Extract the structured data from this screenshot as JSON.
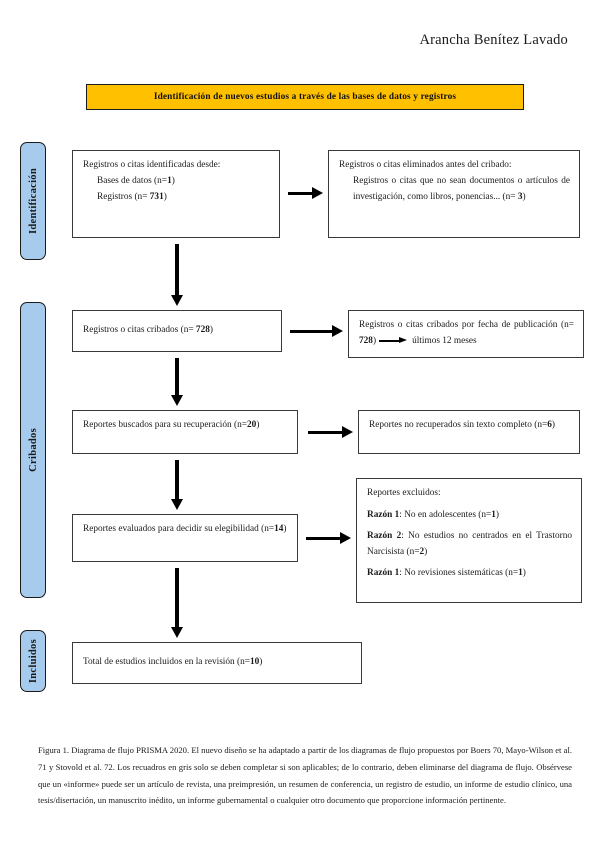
{
  "header": {
    "author": "Arancha Benítez Lavado"
  },
  "banner": {
    "title": "Identificación de nuevos estudios a través de las bases de datos y registros",
    "fill_color": "#FFC000",
    "border_color": "#1b1b1b"
  },
  "side_labels": [
    {
      "name": "identification",
      "text": "Identificación",
      "fill_color": "#A7CBEC"
    },
    {
      "name": "screening",
      "text": "Cribados",
      "fill_color": "#A7CBEC"
    },
    {
      "name": "included",
      "text": "Incluidos",
      "fill_color": "#A7CBEC"
    }
  ],
  "boxes": {
    "identified": {
      "line1": "Registros o citas identificadas desde:",
      "line2_label": "Bases de datos (n=",
      "line2_value": "1",
      "line2_close": ")",
      "line3_label": "Registros (n= ",
      "line3_value": "731",
      "line3_close": ")"
    },
    "removed": {
      "line1": "Registros o citas eliminados antes del cribado:",
      "line2": "Registros o citas que no sean documentos o artículos de investigación, como libros, ponencias... (n= ",
      "line2_value": "3",
      "line2_close": ")"
    },
    "screened": {
      "text": "Registros o citas cribados (n= ",
      "value": "728",
      "close": ")"
    },
    "screened_by_date": {
      "text": "Registros o citas cribados por fecha de publicación (n= ",
      "value": "728",
      "close": ")",
      "after_arrow": "últimos 12 meses"
    },
    "sought": {
      "text": "Reportes buscados para su recuperación (n=",
      "value": "20",
      "close": ")"
    },
    "not_retrieved": {
      "text": "Reportes no recuperados sin texto completo (n=",
      "value": "6",
      "close": ")"
    },
    "assessed": {
      "text": "Reportes evaluados para decidir su elegibilidad  (n=",
      "value": "14",
      "close": ")"
    },
    "excluded": {
      "lead": "Reportes excluidos:",
      "reasons": [
        {
          "label": "Razón 1",
          "text": ": No en adolescentes (n=",
          "value": "1",
          "close": ")"
        },
        {
          "label": "Razón 2",
          "text": ": No estudios no centrados en el Trastorno Narcisista (n=",
          "value": "2",
          "close": ")"
        },
        {
          "label": "Razón 1",
          "text": ": No revisiones sistemáticas (n=",
          "value": "1",
          "close": ")"
        }
      ]
    },
    "included": {
      "text": "Total de estudios incluidos en la revisión (n=",
      "value": "10",
      "close": ")"
    }
  },
  "caption": {
    "text": "Figura 1. Diagrama de flujo PRISMA 2020. El nuevo diseño se ha adaptado a partir de los diagramas de flujo propuestos por Boers 70, Mayo-Wilson et al. 71 y Stovold et al. 72. Los recuadros en gris solo se deben completar si son aplicables; de lo contrario, deben eliminarse del diagrama de flujo. Obsérvese que un «informe» puede ser un artículo de revista, una preimpresión, un resumen de conferencia, un registro de estudio, un informe de estudio clínico, una tesis/disertación, un manuscrito inédito, un informe gubernamental o cualquier otro documento que proporcione información pertinente."
  }
}
